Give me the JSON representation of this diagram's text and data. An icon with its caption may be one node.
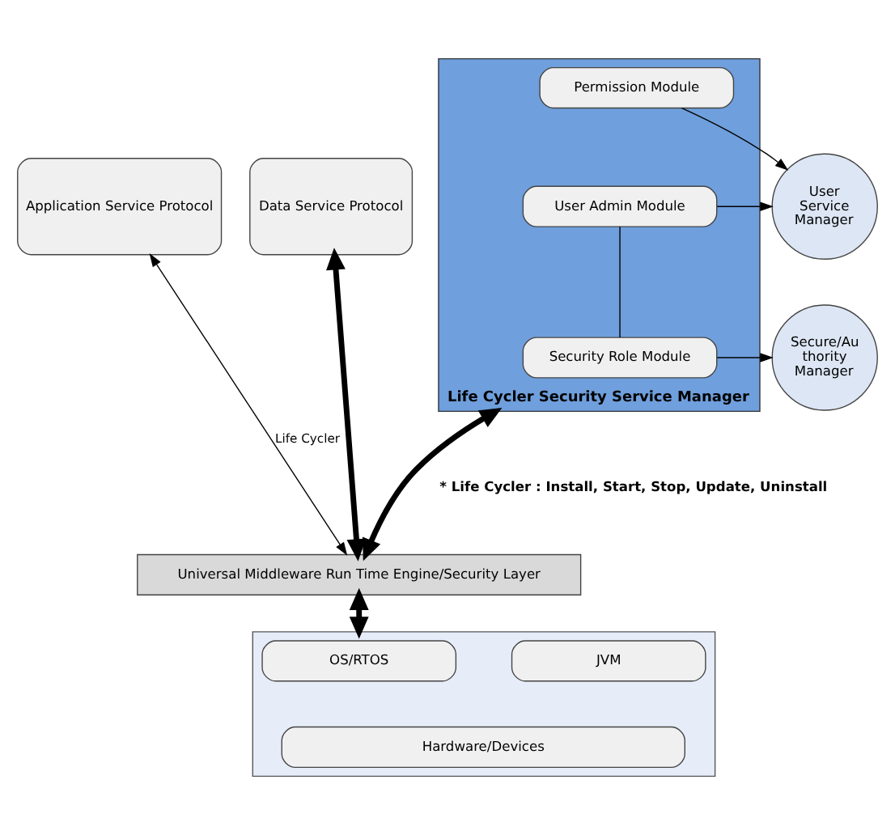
{
  "diagram": {
    "nodes": [
      {
        "text": [
          "Application Service Protocol"
        ]
      },
      {
        "text": [
          "Data Service Protocol"
        ]
      },
      {
        "text": [
          "Life Cycler Security Service Manager"
        ]
      },
      {
        "text": [
          "Permission Module"
        ],
        "in": 2
      },
      {
        "text": [
          "User Admin Module"
        ],
        "in": 2
      },
      {
        "text": [
          "Security Role Module"
        ],
        "in": 2
      },
      {
        "text": [
          "User Service Manager"
        ]
      },
      {
        "text": [
          "Secure/Au thority Manager"
        ]
      },
      {
        "text": [
          "Universal Middleware Run Time Engine/Security Layer"
        ]
      },
      {
        "text": [],
        "shape": "box"
      },
      {
        "text": [
          "OS/RTOS"
        ],
        "in": 9
      },
      {
        "text": [
          "JVM"
        ],
        "in": 9
      },
      {
        "text": [
          "Hardware/Devices"
        ],
        "in": 9
      }
    ],
    "edges": [
      {
        "from": 0,
        "to": 8,
        "arrow": "both",
        "label": "Life Cycler"
      },
      {
        "from": 1,
        "to": 8,
        "arrow": "both",
        "style": "thick"
      },
      {
        "from": 2,
        "to": 8,
        "arrow": "both",
        "style": "thick"
      },
      {
        "from": 3,
        "to": 6,
        "arrow": "to"
      },
      {
        "from": 4,
        "to": 6,
        "arrow": "to"
      },
      {
        "from": 4,
        "to": 5,
        "arrow": "none"
      },
      {
        "from": 5,
        "to": 7,
        "arrow": "to"
      },
      {
        "from": 8,
        "to": 9,
        "arrow": "both",
        "style": "thick"
      }
    ],
    "labels": [
      "* Life Cycler : Install, Start, Stop, Update, Uninstall"
    ]
  }
}
